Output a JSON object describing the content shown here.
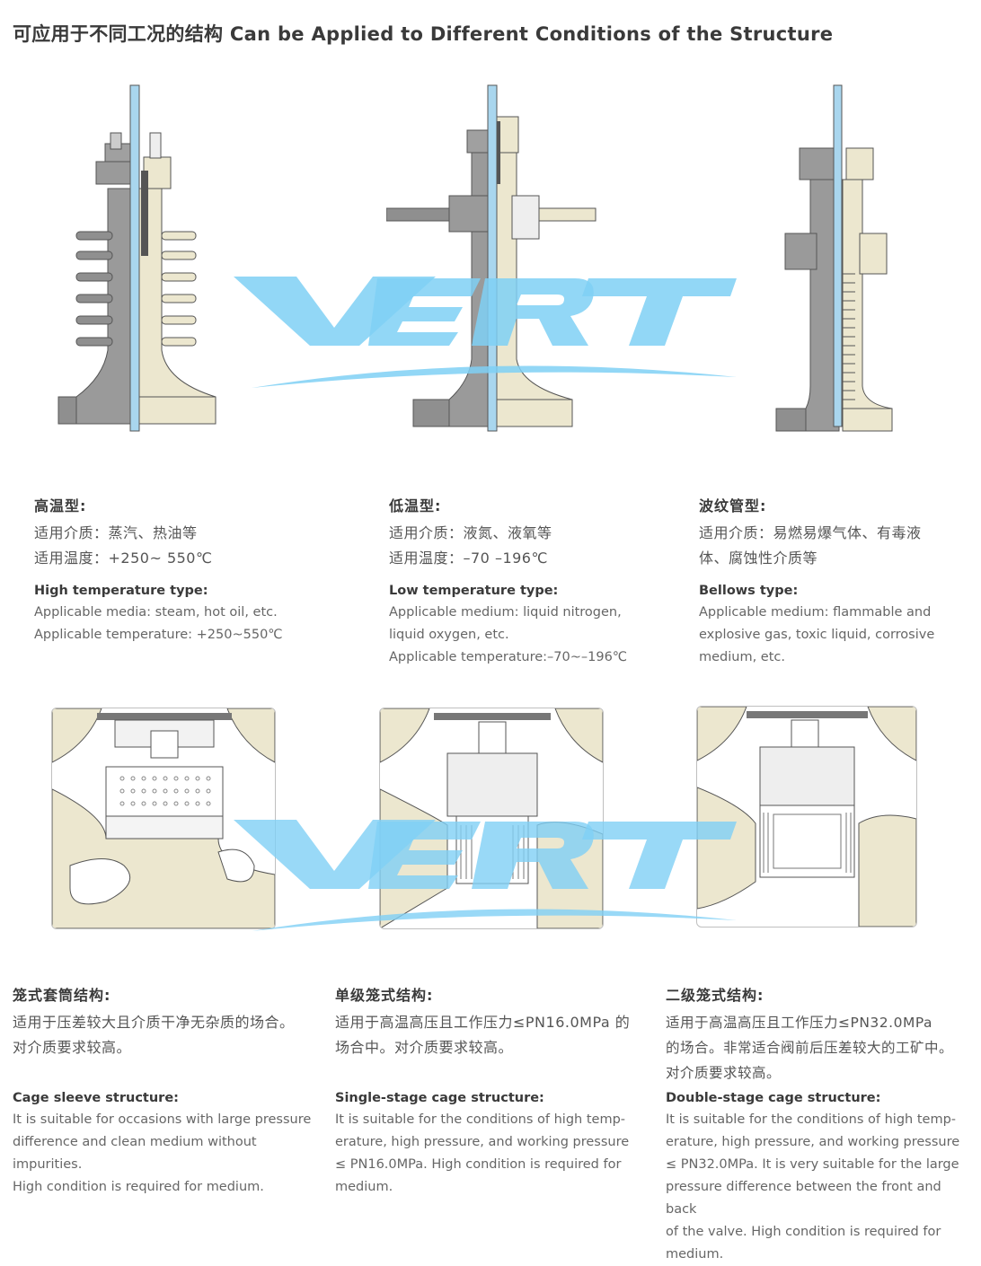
{
  "page": {
    "title": "可应用于不同工况的结构 Can be Applied to Different Conditions of the Structure"
  },
  "watermark": {
    "text": "VERT",
    "color": "#7fd0f5"
  },
  "colors": {
    "cream": "#ece7cf",
    "steel": "#8f8f8f",
    "stem": "#a9d6ee",
    "outline": "#555555"
  },
  "top_items": [
    {
      "cn_title": "高温型:",
      "cn_lines": [
        "适用介质：蒸汽、热油等",
        "适用温度：+250~ 550℃"
      ],
      "en_title": "High temperature type:",
      "en_lines": [
        "Applicable media: steam, hot oil, etc.",
        "Applicable temperature:  +250~550℃"
      ]
    },
    {
      "cn_title": "低温型:",
      "cn_lines": [
        "适用介质：液氮、液氧等",
        "适用温度：–70 –196℃"
      ],
      "en_title": "Low temperature type:",
      "en_lines": [
        "Applicable medium: liquid nitrogen,",
        "liquid oxygen, etc.",
        "Applicable temperature:–70~–196℃"
      ]
    },
    {
      "cn_title": "波纹管型:",
      "cn_lines": [
        "适用介质：易燃易爆气体、有毒液",
        "体、腐蚀性介质等"
      ],
      "en_title": "Bellows type:",
      "en_lines": [
        "Applicable medium: flammable and",
        "explosive gas, toxic liquid, corrosive",
        "medium, etc."
      ]
    }
  ],
  "bottom_items": [
    {
      "cn_title": "笼式套筒结构:",
      "cn_lines": [
        "适用于压差较大且介质干净无杂质的场合。",
        "对介质要求较高。"
      ],
      "en_title": "Cage sleeve structure:",
      "en_lines": [
        "It is suitable for occasions with large pressure",
        "difference and clean medium without impurities.",
        "High condition is required for medium."
      ]
    },
    {
      "cn_title": "单级笼式结构:",
      "cn_lines": [
        "适用于高温高压且工作压力≤PN16.0MPa 的",
        "场合中。对介质要求较高。"
      ],
      "en_title": "Single-stage cage structure:",
      "en_lines": [
        "It is suitable for the conditions of high temp-",
        "erature, high pressure, and working pressure",
        "≤ PN16.0MPa. High condition is required for",
        "medium."
      ]
    },
    {
      "cn_title": "二级笼式结构:",
      "cn_lines": [
        "适用于高温高压且工作压力≤PN32.0MPa",
        "的场合。非常适合阀前后压差较大的工矿中。",
        "对介质要求较高。"
      ],
      "en_title": "Double-stage cage structure:",
      "en_lines": [
        "It is suitable for the conditions of high temp-",
        "erature, high pressure, and working pressure",
        "≤ PN32.0MPa. It is very suitable for the large",
        "pressure difference between the front and back",
        "of the valve. High condition is required for",
        "medium."
      ]
    }
  ]
}
